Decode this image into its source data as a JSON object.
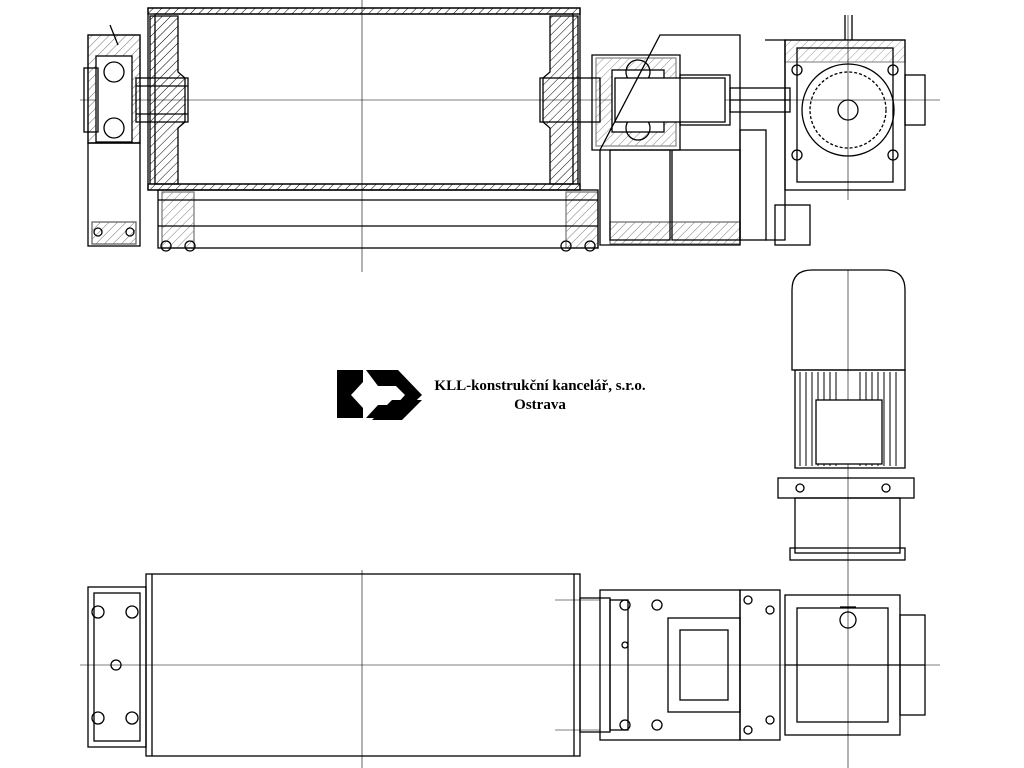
{
  "company": {
    "name": "KLL-konstrukční kancelář, s.r.o.",
    "city": "Ostrava"
  },
  "colors": {
    "ink": "#000000",
    "paper": "#ffffff"
  },
  "views": [
    "drum-section-view",
    "drum-plan-view",
    "motor-side-view"
  ]
}
